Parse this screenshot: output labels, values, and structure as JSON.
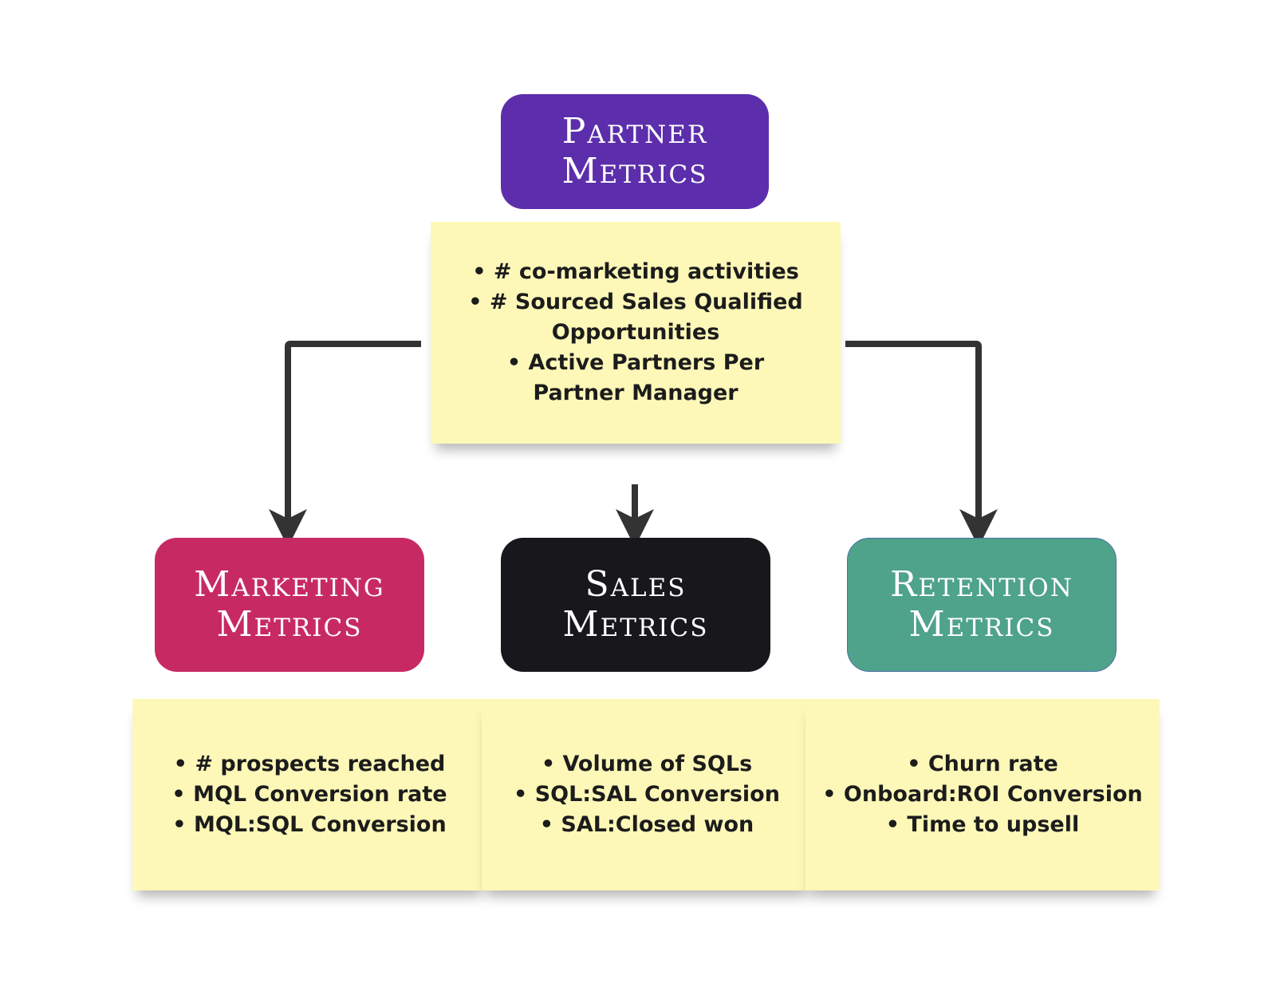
{
  "root": {
    "title_line1": "Partner",
    "title_line2": "Metrics",
    "color": "#5c2eab",
    "metrics": [
      "• # co-marketing activities",
      "• # Sourced Sales Qualified",
      "Opportunities",
      "• Active Partners Per",
      "Partner Manager"
    ]
  },
  "branches": [
    {
      "title_line1": "Marketing",
      "title_line2": "Metrics",
      "color": "#c72a62",
      "metrics": [
        "• # prospects reached",
        "• MQL Conversion rate",
        "• MQL:SQL Conversion"
      ]
    },
    {
      "title_line1": "Sales",
      "title_line2": "Metrics",
      "color": "#18171b",
      "metrics": [
        "• Volume of SQLs",
        "• SQL:SAL Conversion",
        "• SAL:Closed won"
      ]
    },
    {
      "title_line1": "Retention",
      "title_line2": "Metrics",
      "color": "#4ea38a",
      "metrics": [
        "• Churn rate",
        "• Onboard:ROI Conversion",
        "• Time to upsell"
      ]
    }
  ],
  "note_color": "#fdf8b8",
  "connector_color": "#333333"
}
